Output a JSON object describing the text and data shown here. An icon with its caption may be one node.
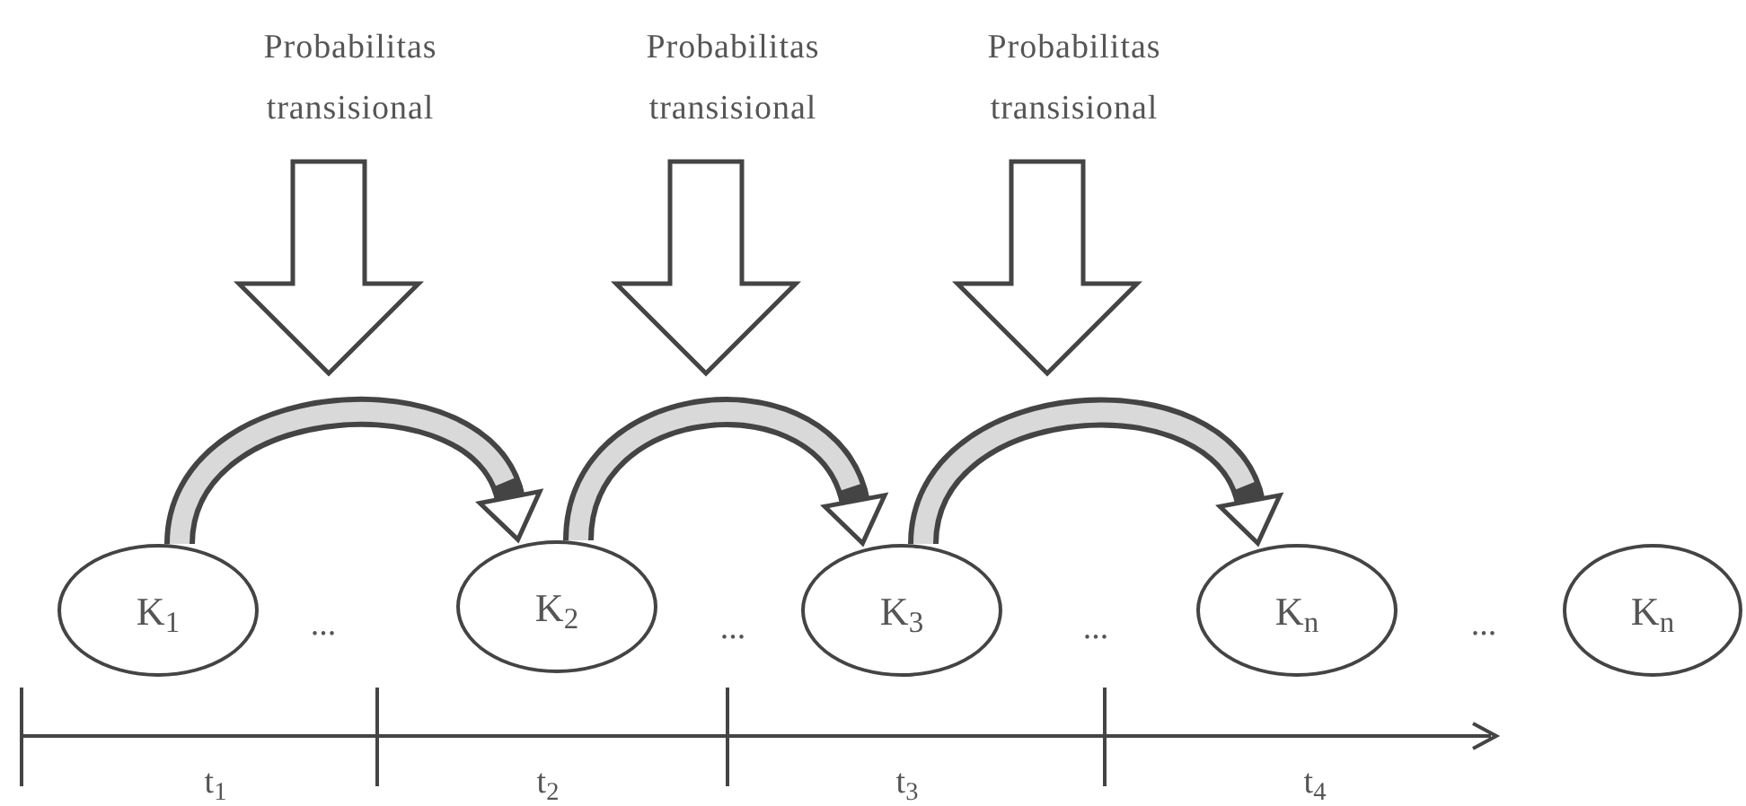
{
  "diagram": {
    "nodes": [
      {
        "text": [
          "Probabilitas transisional"
        ]
      },
      {
        "text": [
          "Probabilitas transisional"
        ]
      },
      {
        "text": [
          "Probabilitas transisional"
        ]
      },
      {
        "text": [
          "K$_{1}$"
        ]
      },
      {
        "text": [
          "K$_{2}$"
        ]
      },
      {
        "text": [
          "K$_{3}$"
        ]
      },
      {
        "text": [
          "K$_{n}$"
        ]
      },
      {
        "text": [
          "K$_{n}$"
        ]
      }
    ],
    "edges": [
      {
        "from": 0,
        "to": null,
        "arrow": "to"
      },
      {
        "from": 1,
        "to": null,
        "arrow": "to"
      },
      {
        "from": 2,
        "to": null,
        "arrow": "to"
      },
      {
        "from": 3,
        "to": 4,
        "arrow": "to"
      },
      {
        "from": 4,
        "to": 5,
        "arrow": "to"
      },
      {
        "from": 5,
        "to": 6,
        "arrow": "to"
      }
    ],
    "labels": [
      "...",
      "...",
      "...",
      "...",
      "t$_{1}$",
      "t$_{2}$",
      "t$_{3}$",
      "t$_{4}$"
    ]
  }
}
